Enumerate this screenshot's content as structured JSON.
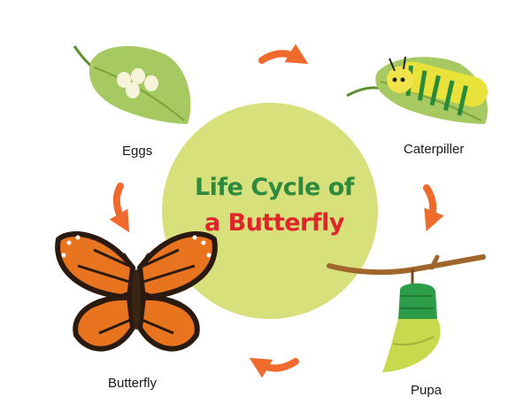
{
  "title": {
    "line1": "Life Cycle of",
    "line2": "a Butterfly"
  },
  "stages": {
    "eggs": "Eggs",
    "caterpillar": "Caterpiller",
    "pupa": "Pupa",
    "butterfly": "Butterfly"
  },
  "colors": {
    "circle": "#d7e07a",
    "title_green": "#2e8b3e",
    "title_red": "#e0252a",
    "arrow": "#ef6a2c",
    "leaf": "#a7c961",
    "butterfly_orange": "#e8741f",
    "branch": "#a0652a",
    "pupa_green": "#2e9d49"
  },
  "icons": [
    "leaf-with-eggs-icon",
    "caterpillar-on-leaf-icon",
    "chrysalis-icon",
    "monarch-butterfly-icon",
    "cycle-arrow-icon"
  ]
}
